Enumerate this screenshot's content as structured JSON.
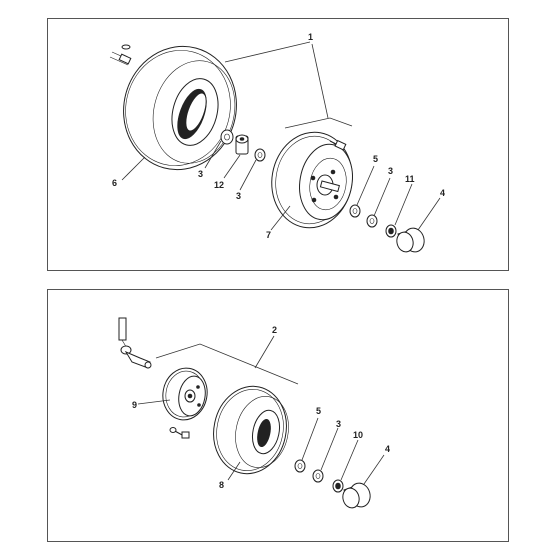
{
  "top_diagram": {
    "callouts": {
      "assembly": "1",
      "rear_tyre": "6",
      "spacer_left_a": "3",
      "bearing_left": "12",
      "spacer_left_b": "3",
      "wheel_rim": "7",
      "washer": "5",
      "spacer_right": "3",
      "clip": "11",
      "hub_cap": "4"
    }
  },
  "bottom_diagram": {
    "callouts": {
      "assembly": "2",
      "front_rim": "9",
      "front_tyre": "8",
      "washer": "5",
      "spacer": "3",
      "clip": "10",
      "hub_cap": "4"
    }
  }
}
